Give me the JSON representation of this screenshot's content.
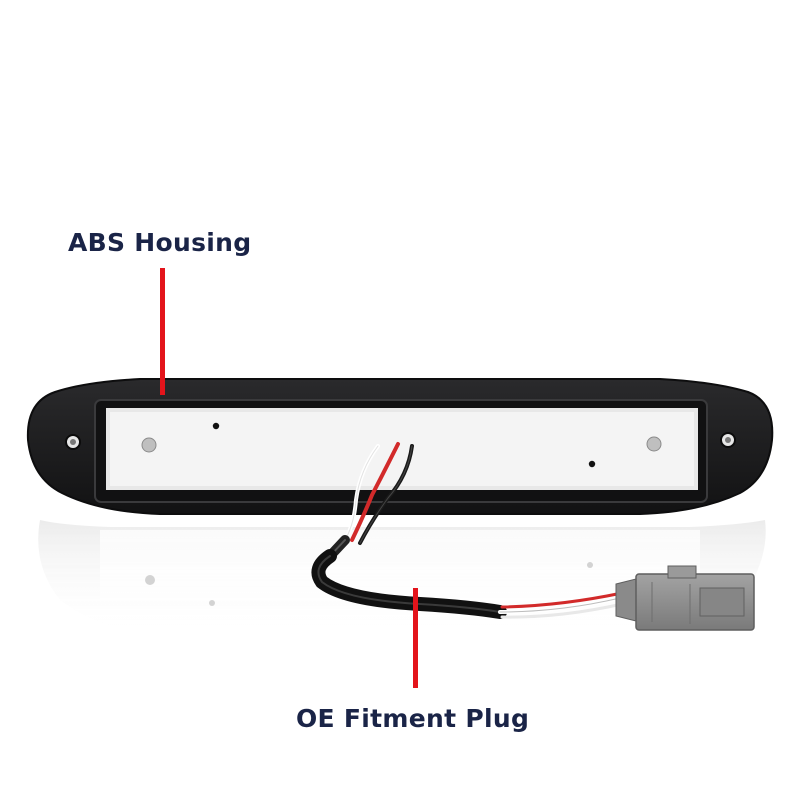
{
  "image": {
    "subject": "third-brake-light-assembly",
    "background_color": "#ffffff",
    "housing_color": "#1b1b1d",
    "lens_color": "#f4f4f4",
    "leader_line_color": "#e3141b",
    "label_color": "#1a2447",
    "plug_color": "#8e8e8e"
  },
  "callouts": {
    "top": {
      "label": "ABS Housing"
    },
    "bottom": {
      "label": "OE Fitment Plug"
    }
  }
}
